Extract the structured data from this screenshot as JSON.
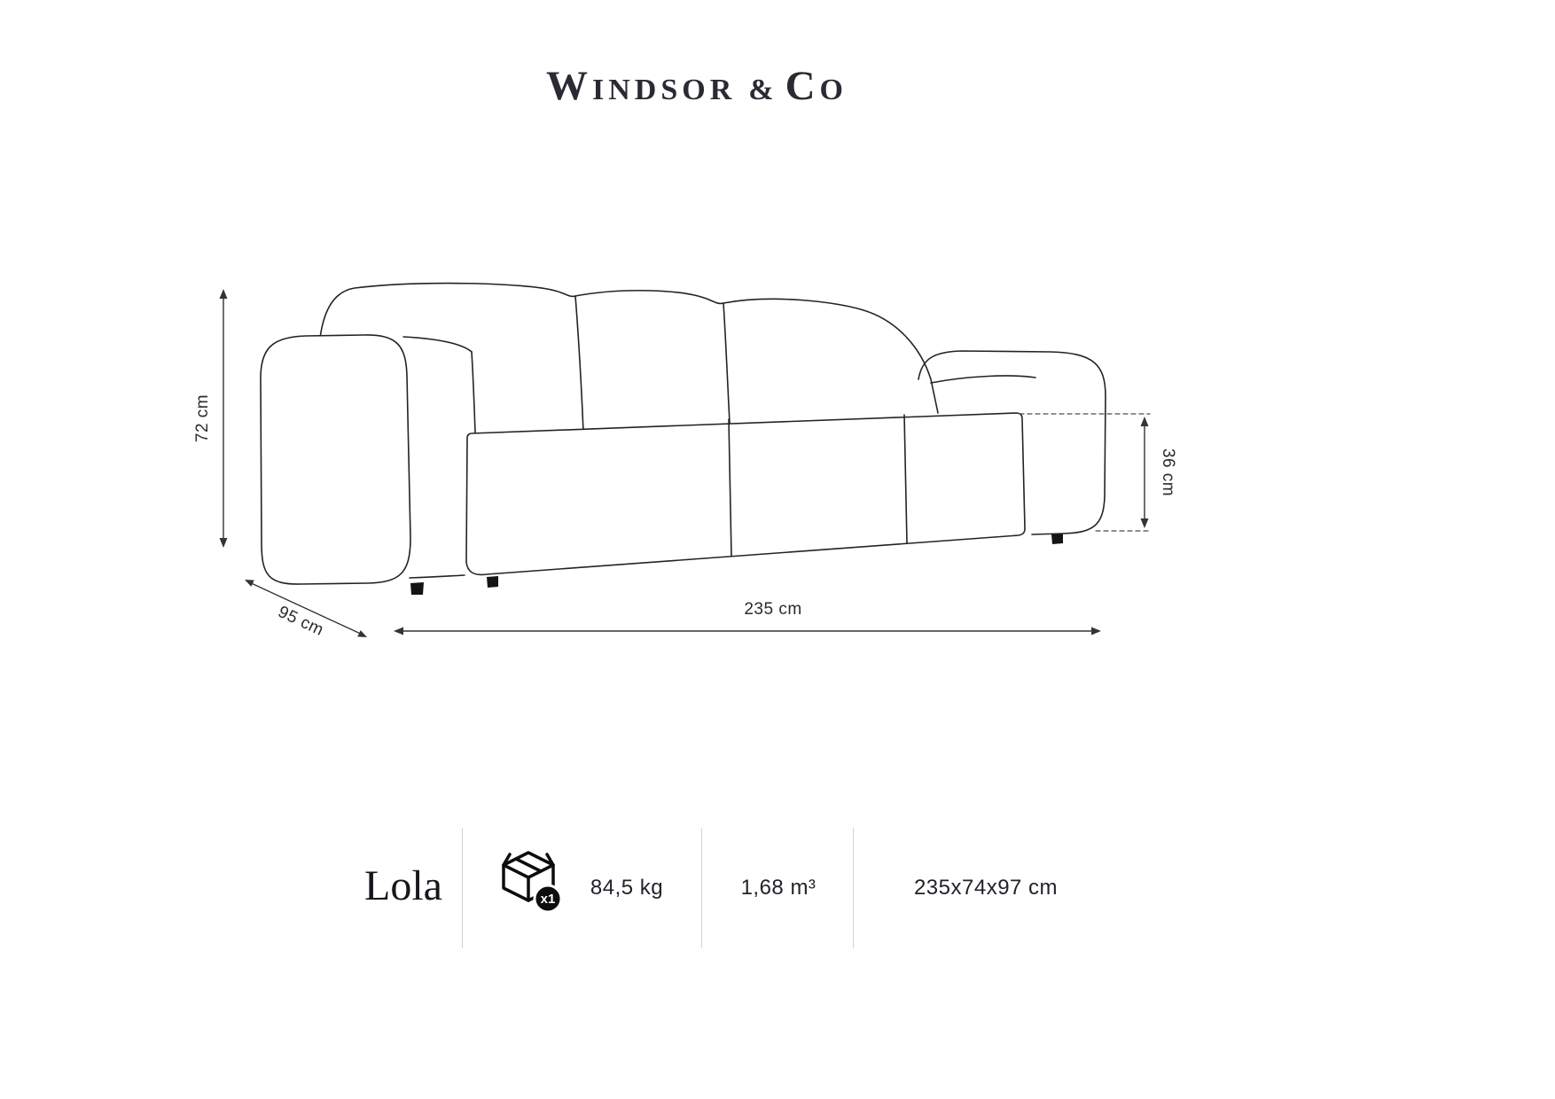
{
  "brand": {
    "w": "W",
    "indsor": "INDSOR",
    "amp": "&",
    "c": "C",
    "o": "O"
  },
  "diagram": {
    "height_label": "72 cm",
    "depth_label": "95 cm",
    "width_label": "235 cm",
    "seat_height_label": "36 cm"
  },
  "footer": {
    "product_name": "Lola",
    "package_count": "x1",
    "weight": "84,5 kg",
    "volume": "1,68 m³",
    "size": "235x74x97 cm"
  },
  "colors": {
    "line": "#232227",
    "dimension_text": "#2a2a30",
    "divider": "#d4d4d4"
  }
}
